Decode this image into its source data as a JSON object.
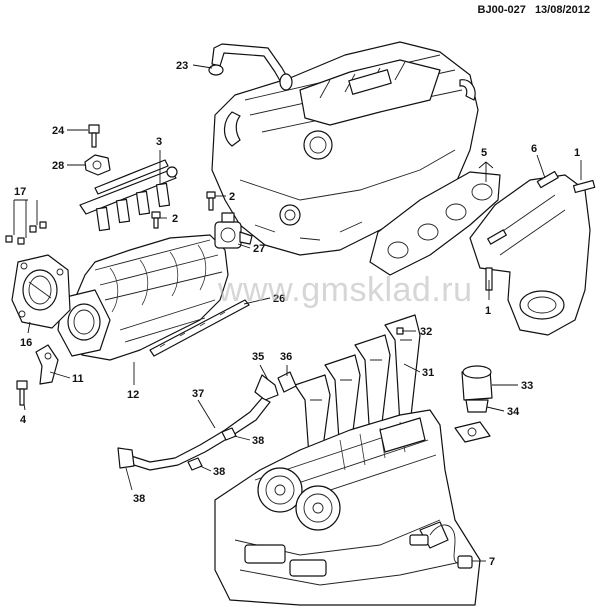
{
  "header": {
    "code": "BJ00-027",
    "date": "13/08/2012"
  },
  "watermark": {
    "text": "www.gmsklad.ru"
  },
  "callouts": [
    "1",
    "1",
    "2",
    "2",
    "3",
    "4",
    "5",
    "6",
    "7",
    "11",
    "12",
    "16",
    "17",
    "23",
    "24",
    "26",
    "27",
    "28",
    "31",
    "32",
    "33",
    "34",
    "35",
    "36",
    "37",
    "38",
    "38",
    "38"
  ]
}
